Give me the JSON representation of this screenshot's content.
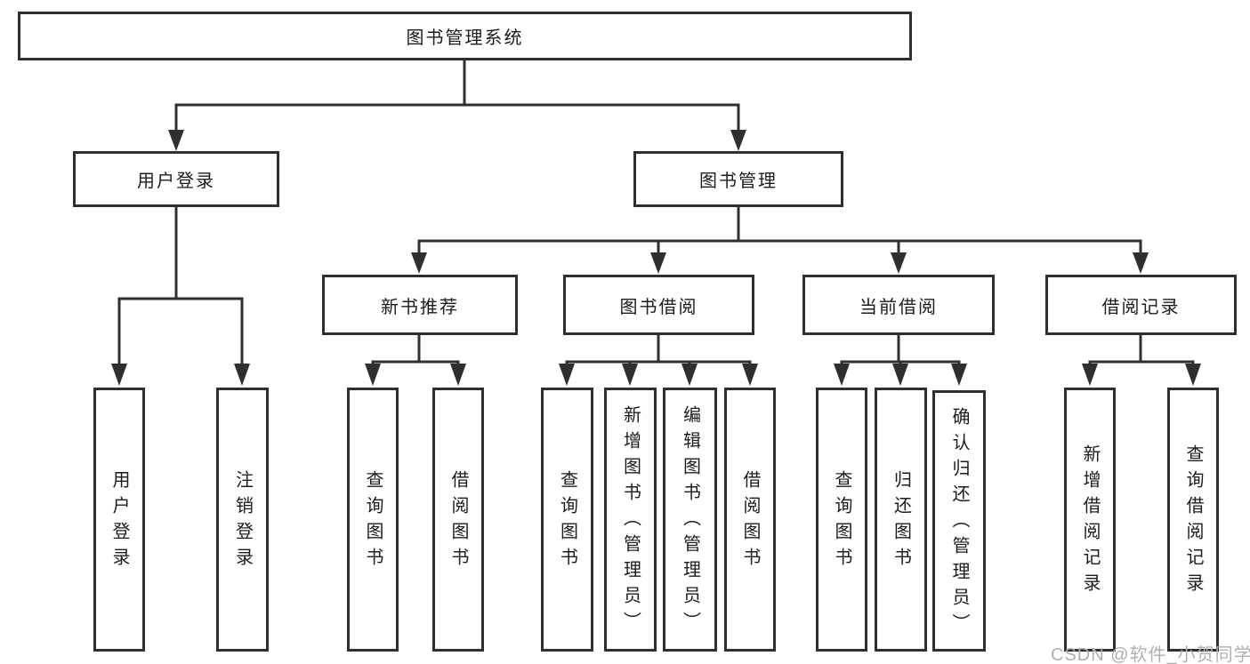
{
  "diagram": {
    "type": "hierarchy-diagram",
    "tree": {
      "label": "图书管理系统",
      "children": [
        {
          "label": "用户登录",
          "children": [
            {
              "label": "用户登录"
            },
            {
              "label": "注销登录"
            }
          ]
        },
        {
          "label": "图书管理",
          "children": [
            {
              "label": "新书推荐",
              "children": [
                {
                  "label": "查询图书"
                },
                {
                  "label": "借阅图书"
                }
              ]
            },
            {
              "label": "图书借阅",
              "children": [
                {
                  "label": "查询图书"
                },
                {
                  "label": "新增图书（管理员）"
                },
                {
                  "label": "编辑图书（管理员）"
                },
                {
                  "label": "借阅图书"
                }
              ]
            },
            {
              "label": "当前借阅",
              "children": [
                {
                  "label": "查询图书"
                },
                {
                  "label": "归还图书"
                },
                {
                  "label": "确认归还（管理员）"
                }
              ]
            },
            {
              "label": "借阅记录",
              "children": [
                {
                  "label": "新增借阅记录"
                },
                {
                  "label": "查询借阅记录"
                }
              ]
            }
          ]
        }
      ]
    }
  },
  "watermark": {
    "text": "CSDN @软件_小贺同学"
  },
  "colors": {
    "line": "#2f2f2f",
    "text": "#1c1c1c",
    "watermark": "#b0b0b0",
    "background": "#ffffff"
  }
}
